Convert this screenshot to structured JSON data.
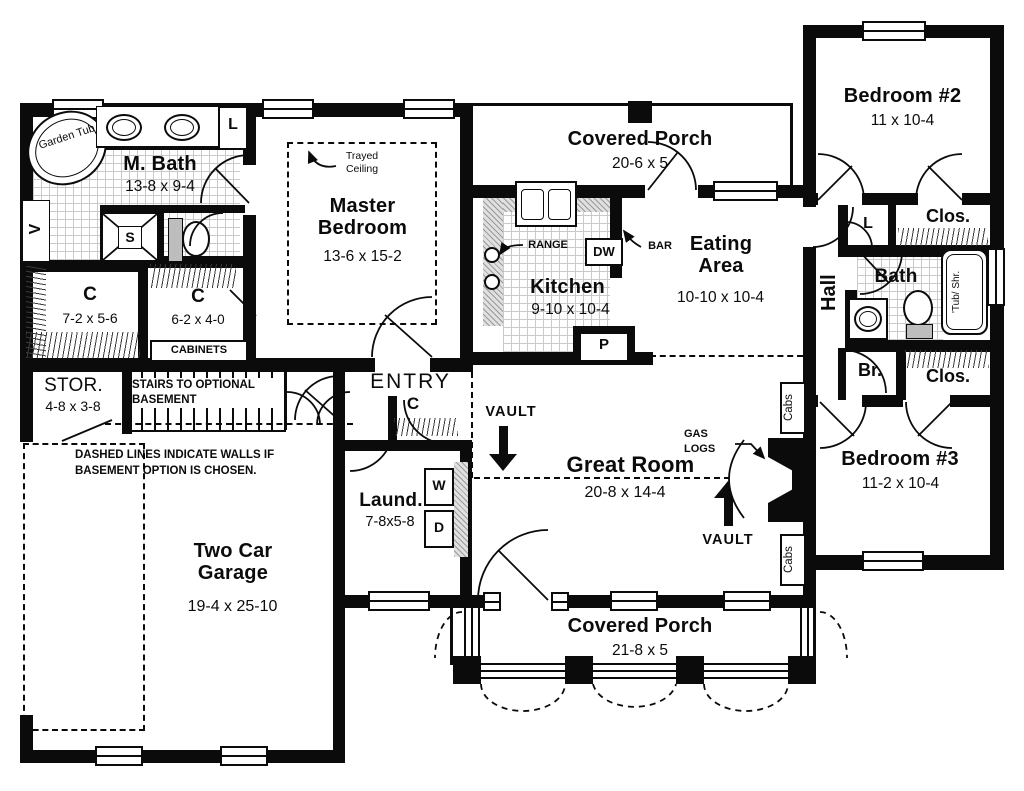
{
  "rooms": {
    "m_bath": {
      "name": "M. Bath",
      "dims": "13-8 x 9-4"
    },
    "master_bedroom": {
      "name": "Master Bedroom",
      "dims": "13-6 x 15-2"
    },
    "porch_top": {
      "name": "Covered Porch",
      "dims": "20-6 x 5"
    },
    "bedroom2": {
      "name": "Bedroom #2",
      "dims": "11 x 10-4"
    },
    "kitchen": {
      "name": "Kitchen",
      "dims": "9-10 x 10-4"
    },
    "eating": {
      "name": "Eating Area",
      "dims": "10-10 x 10-4"
    },
    "bath2": {
      "name": "Bath"
    },
    "hall": {
      "name": "Hall"
    },
    "clos_bedroom2": {
      "name": "Clos."
    },
    "clos_bedroom3": {
      "name": "Clos."
    },
    "br_closet": {
      "name": "Br."
    },
    "bedroom3": {
      "name": "Bedroom #3",
      "dims": "11-2 x 10-4"
    },
    "great_room": {
      "name": "Great Room",
      "dims": "20-8 x 14-4"
    },
    "garage": {
      "name": "Two Car Garage",
      "dims": "19-4 x 25-10"
    },
    "stor": {
      "name": "STOR.",
      "dims": "4-8 x 3-8"
    },
    "laundry": {
      "name": "Laund.",
      "dims": "7-8x5-8"
    },
    "entry": {
      "name": "ENTRY"
    },
    "porch_bottom": {
      "name": "Covered Porch",
      "dims": "21-8 x 5"
    },
    "closet1": {
      "name": "C",
      "dims": "7-2 x 5-6"
    },
    "closet2": {
      "name": "C",
      "dims": "6-2 x 4-0"
    },
    "entry_closet": {
      "name": "C"
    }
  },
  "fixtures": {
    "garden_tub": "Garden Tub",
    "linen_mbath": "L",
    "linen_hall": "L",
    "shower": "S",
    "vanity": "V",
    "range": "RANGE",
    "dishwasher": "DW",
    "bar": "BAR",
    "pantry": "P",
    "washer": "W",
    "dryer": "D",
    "tub_shower": "'Tub/ Shr.",
    "cabs_top": "Cabs",
    "cabs_bottom": "Cabs",
    "cabinets": "CABINETS"
  },
  "annotations": {
    "trayed_ceiling": "Trayed Ceiling",
    "vault_left": "VAULT",
    "vault_right": "VAULT",
    "gas_logs": "GAS LOGS",
    "stairs": "STAIRS TO OPTIONAL BASEMENT",
    "basement_note": "DASHED LINES INDICATE WALLS IF BASEMENT OPTION IS CHOSEN."
  },
  "colors": {
    "wall": "#0b0b0b",
    "background": "#ffffff",
    "counter_gray": "#c8c8c8"
  }
}
